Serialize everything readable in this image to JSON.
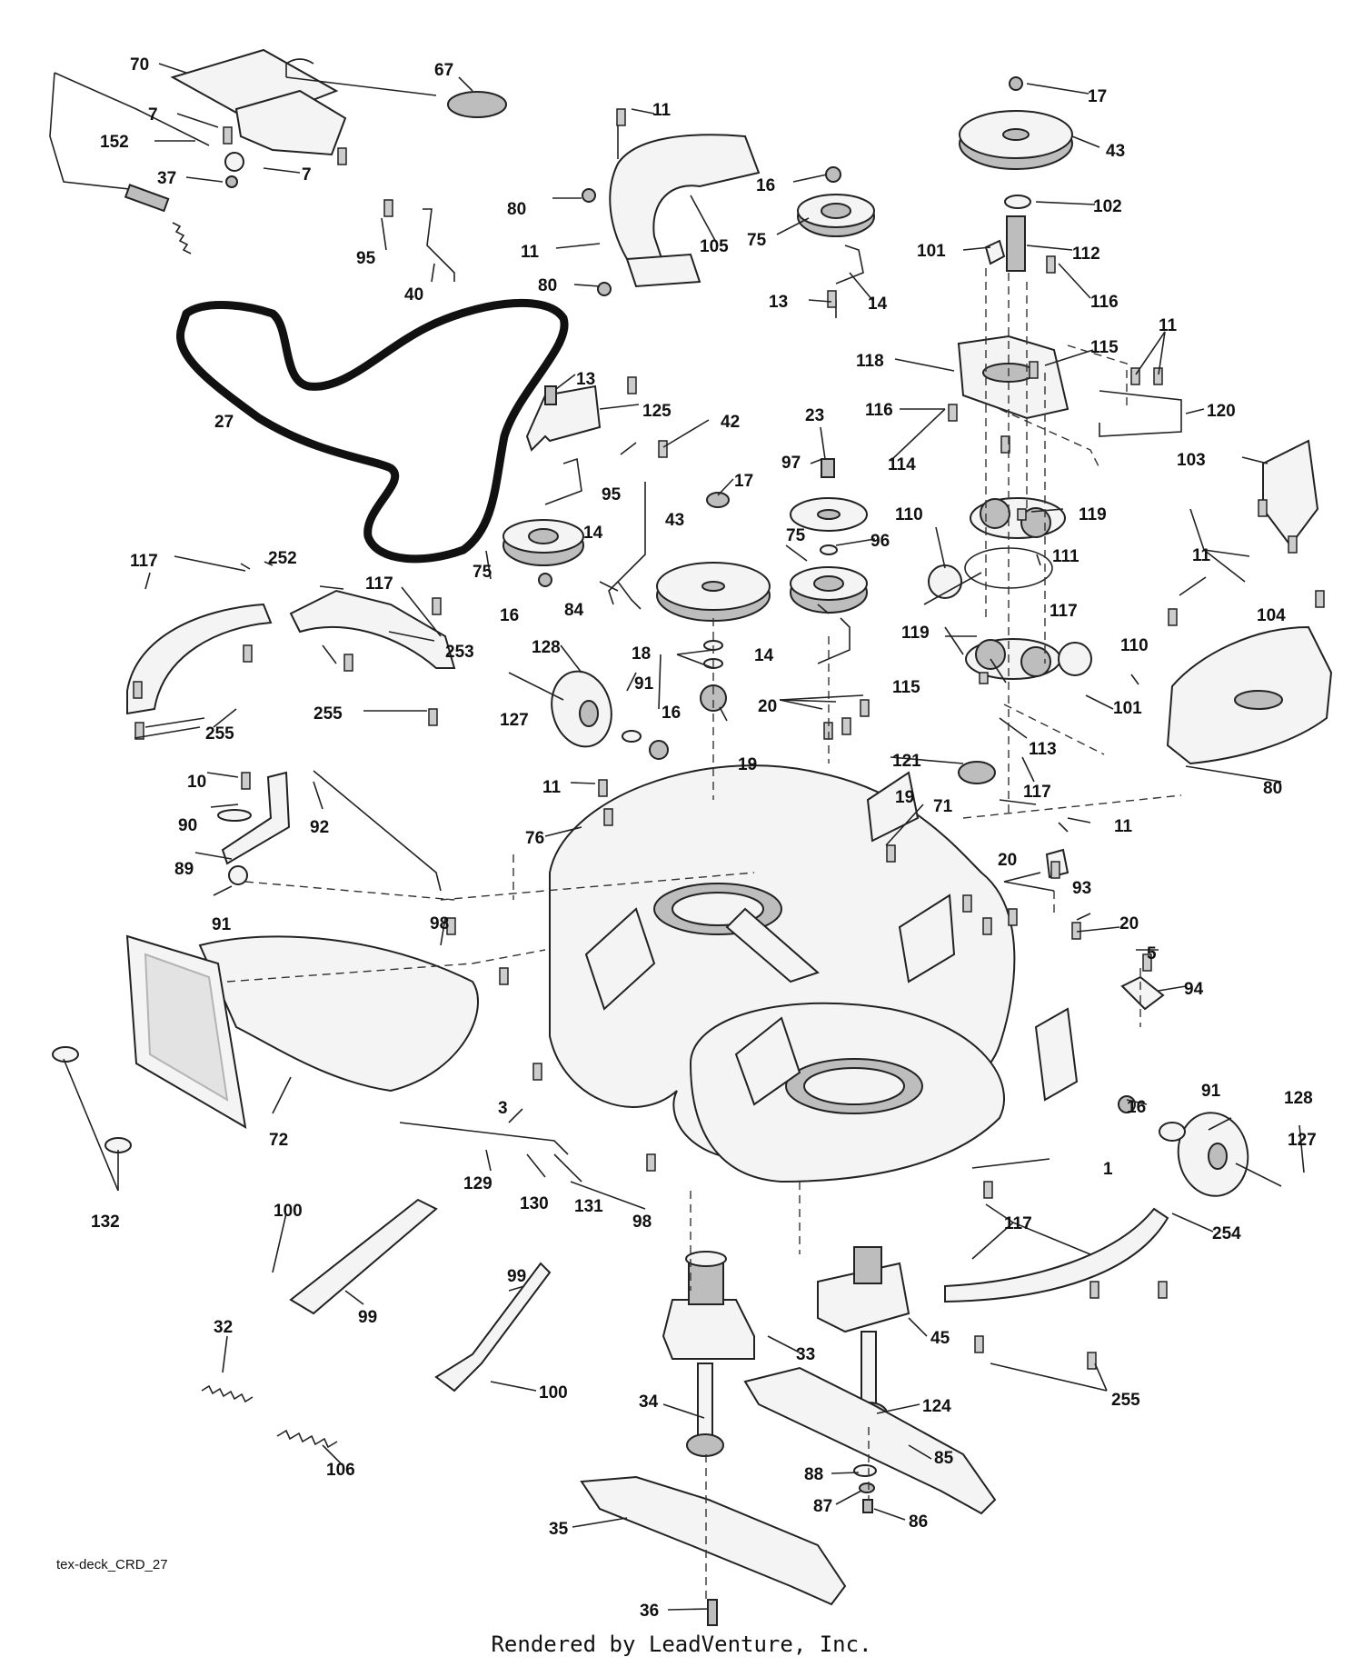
{
  "diagram": {
    "drawing_code": "tex-deck_CRD_27",
    "footer": "Rendered by LeadVenture, Inc."
  },
  "callouts": {
    "c70": "70",
    "c67": "67",
    "c7a": "7",
    "c152": "152",
    "c7b": "7",
    "c37": "37",
    "c11a": "11",
    "c80a": "80",
    "c105": "105",
    "c11b": "11",
    "c80b": "80",
    "c95a": "95",
    "c40": "40",
    "c27": "27",
    "c17a": "17",
    "c43a": "43",
    "c16a": "16",
    "c102": "102",
    "c75a": "75",
    "c101a": "101",
    "c112": "112",
    "c13a": "13",
    "c14a": "14",
    "c116a": "116",
    "c11c": "11",
    "c115a": "115",
    "c118": "118",
    "c116b": "116",
    "c120": "120",
    "c13b": "13",
    "c125": "125",
    "c42": "42",
    "c95b": "95",
    "c23": "23",
    "c114": "114",
    "c103": "103",
    "c97": "97",
    "c17b": "17",
    "c43b": "43",
    "c75b": "75",
    "c96": "96",
    "c14b": "14",
    "c75c": "75",
    "c16b": "16",
    "c84": "84",
    "c14c": "14",
    "c110a": "110",
    "c119a": "119",
    "c111": "111",
    "c11d": "11",
    "c117a": "117",
    "c252": "252",
    "c117b": "117",
    "c253": "253",
    "c255a": "255",
    "c255b": "255",
    "c128a": "128",
    "c91a": "91",
    "c16c": "16",
    "c127a": "127",
    "c18": "18",
    "c19a": "19",
    "c20a": "20",
    "c119b": "119",
    "c117c": "117",
    "c110b": "110",
    "c115b": "115",
    "c104": "104",
    "c101b": "101",
    "c113": "113",
    "c121": "121",
    "c19b": "19",
    "c117d": "117",
    "c80c": "80",
    "c10": "10",
    "c90": "90",
    "c89": "89",
    "c91b": "91",
    "c92": "92",
    "c11e": "11",
    "c76": "76",
    "c71": "71",
    "c11f": "11",
    "c20b": "20",
    "c93": "93",
    "c98a": "98",
    "c20c": "20",
    "c5": "5",
    "c94": "94",
    "c3": "3",
    "c72": "72",
    "c16d": "16",
    "c91c": "91",
    "c128b": "128",
    "c127b": "127",
    "c1": "1",
    "c129": "129",
    "c130": "130",
    "c131": "131",
    "c98b": "98",
    "c132": "132",
    "c117e": "117",
    "c254": "254",
    "c100a": "100",
    "c99a": "99",
    "c99b": "99",
    "c33": "33",
    "c45": "45",
    "c255c": "255",
    "c32": "32",
    "c100b": "100",
    "c34": "34",
    "c124": "124",
    "c106": "106",
    "c85": "85",
    "c88": "88",
    "c35": "35",
    "c87": "87",
    "c86": "86",
    "c36": "36"
  }
}
